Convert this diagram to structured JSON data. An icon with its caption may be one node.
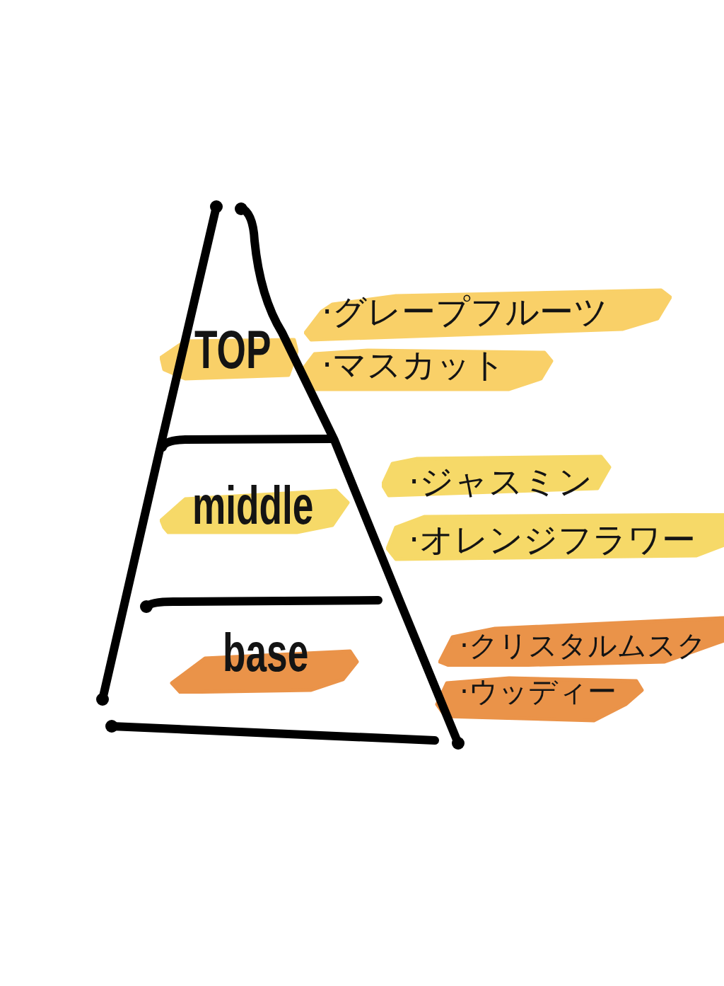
{
  "diagram": {
    "nodes": [
      {
        "text": [
          "TOP"
        ]
      },
      {
        "text": [
          "·グレープフルーツ"
        ]
      },
      {
        "text": [
          "·マスカット"
        ]
      },
      {
        "text": [
          "middle"
        ]
      },
      {
        "text": [
          "·ジャスミン"
        ]
      },
      {
        "text": [
          "·オレンジフラワー"
        ]
      },
      {
        "text": [
          "base"
        ]
      },
      {
        "text": [
          "·クリスタルムスク"
        ]
      },
      {
        "text": [
          "·ウッディー"
        ]
      }
    ]
  }
}
